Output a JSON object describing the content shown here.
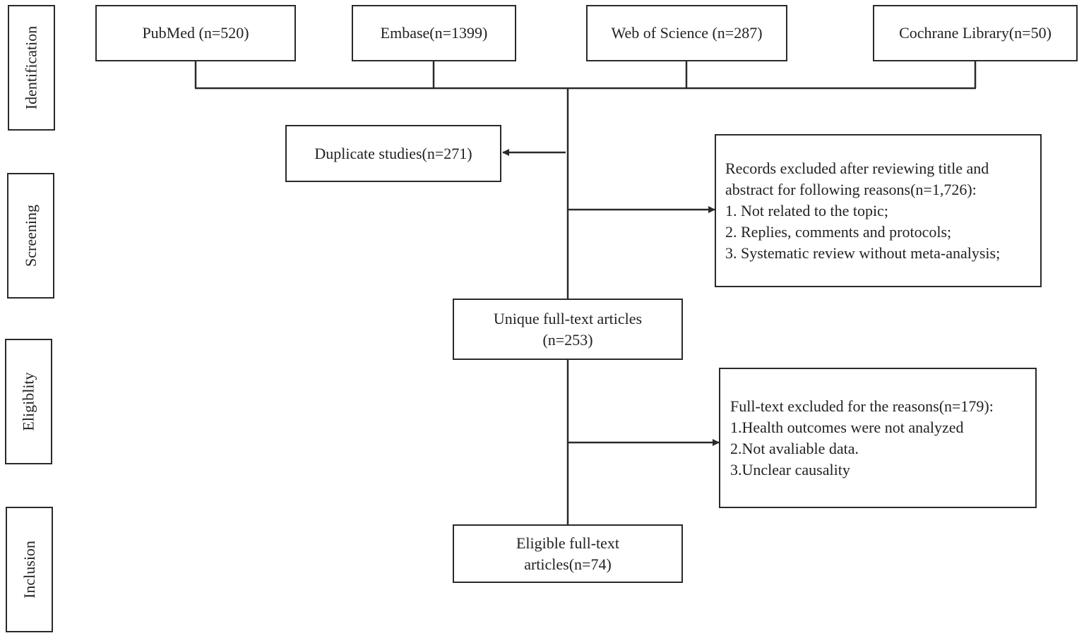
{
  "stages": {
    "identification": "Identification",
    "screening": "Screening",
    "eligibility": "Eligiblity",
    "inclusion": "Inclusion"
  },
  "sources": [
    "PubMed (n=520)",
    "Embase(n=1399)",
    "Web of Science (n=287)",
    "Cochrane Library(n=50)"
  ],
  "duplicates": "Duplicate studies(n=271)",
  "screening_excluded": {
    "heading1": "Records excluded after reviewing title and",
    "heading2": "abstract for following reasons(n=1,726):",
    "reasons": [
      "1. Not related to the topic;",
      "2. Replies, comments and protocols;",
      "3. Systematic review without meta-analysis;"
    ]
  },
  "unique": {
    "line1": "Unique full-text articles",
    "line2": "(n=253)"
  },
  "fulltext_excluded": {
    "heading": "Full-text excluded for the reasons(n=179):",
    "reasons": [
      "1.Health outcomes were not analyzed",
      "2.Not avaliable data.",
      "3.Unclear causality"
    ]
  },
  "eligible": {
    "line1": "Eligible full-text",
    "line2": "articles(n=74)"
  },
  "colors": {
    "line": "#2a2a2a",
    "text": "#222222",
    "background": "#ffffff"
  }
}
